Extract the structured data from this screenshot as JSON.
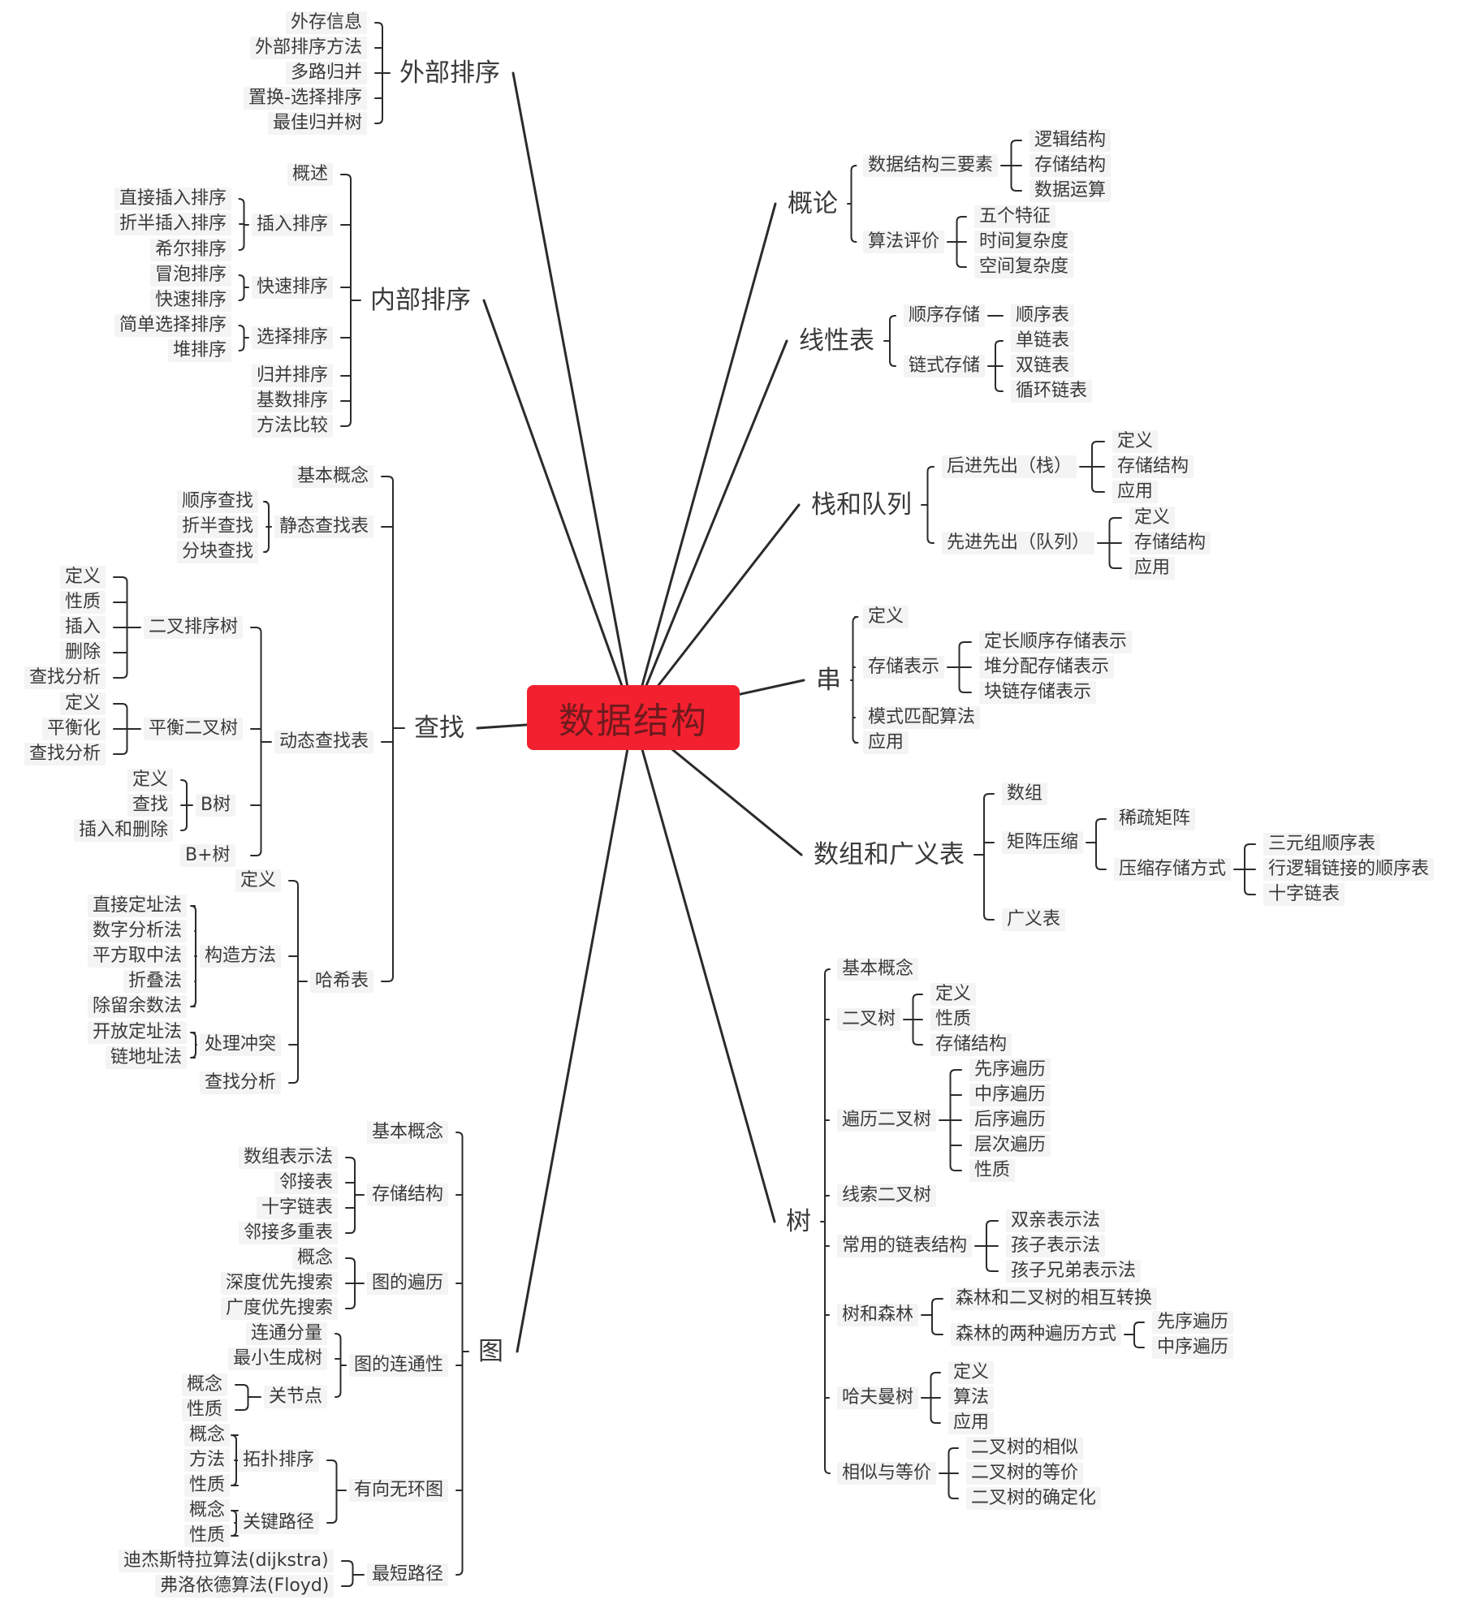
{
  "root": "数据结构",
  "colors": {
    "root_fill": "#f3202f",
    "line": "#2b2b2b"
  },
  "branches": [
    {
      "id": "external",
      "label": "外部排序",
      "children": [
        {
          "label": "外存信息"
        },
        {
          "label": "外部排序方法"
        },
        {
          "label": "多路归并"
        },
        {
          "label": "置换-选择排序"
        },
        {
          "label": "最佳归并树"
        }
      ]
    },
    {
      "id": "internal",
      "label": "内部排序",
      "children": [
        {
          "label": "概述"
        },
        {
          "label": "插入排序",
          "children": [
            {
              "label": "直接插入排序"
            },
            {
              "label": "折半插入排序"
            },
            {
              "label": "希尔排序"
            }
          ]
        },
        {
          "label": "快速排序",
          "children": [
            {
              "label": "冒泡排序"
            },
            {
              "label": "快速排序"
            }
          ]
        },
        {
          "label": "选择排序",
          "children": [
            {
              "label": "简单选择排序"
            },
            {
              "label": "堆排序"
            }
          ]
        },
        {
          "label": "归并排序"
        },
        {
          "label": "基数排序"
        },
        {
          "label": "方法比较"
        }
      ]
    },
    {
      "id": "search",
      "label": "查找",
      "children": [
        {
          "label": "基本概念"
        },
        {
          "label": "静态查找表",
          "children": [
            {
              "label": "顺序查找"
            },
            {
              "label": "折半查找"
            },
            {
              "label": "分块查找"
            }
          ]
        },
        {
          "label": "动态查找表",
          "children": [
            {
              "label": "二叉排序树",
              "children": [
                {
                  "label": "定义"
                },
                {
                  "label": "性质"
                },
                {
                  "label": "插入"
                },
                {
                  "label": "删除"
                },
                {
                  "label": "查找分析"
                }
              ]
            },
            {
              "label": "平衡二叉树",
              "children": [
                {
                  "label": "定义"
                },
                {
                  "label": "平衡化"
                },
                {
                  "label": "查找分析"
                }
              ]
            },
            {
              "label": "B树",
              "children": [
                {
                  "label": "定义"
                },
                {
                  "label": "查找"
                },
                {
                  "label": "插入和删除"
                }
              ]
            },
            {
              "label": "B+树"
            }
          ]
        },
        {
          "label": "哈希表",
          "children": [
            {
              "label": "定义"
            },
            {
              "label": "构造方法",
              "children": [
                {
                  "label": "直接定址法"
                },
                {
                  "label": "数字分析法"
                },
                {
                  "label": "平方取中法"
                },
                {
                  "label": "折叠法"
                },
                {
                  "label": "除留余数法"
                }
              ]
            },
            {
              "label": "处理冲突",
              "children": [
                {
                  "label": "开放定址法"
                },
                {
                  "label": "链地址法"
                }
              ]
            },
            {
              "label": "查找分析"
            }
          ]
        }
      ]
    },
    {
      "id": "graph",
      "label": "图",
      "children": [
        {
          "label": "基本概念"
        },
        {
          "label": "存储结构",
          "children": [
            {
              "label": "数组表示法"
            },
            {
              "label": "邻接表"
            },
            {
              "label": "十字链表"
            },
            {
              "label": "邻接多重表"
            }
          ]
        },
        {
          "label": "图的遍历",
          "children": [
            {
              "label": "概念"
            },
            {
              "label": "深度优先搜索"
            },
            {
              "label": "广度优先搜索"
            }
          ]
        },
        {
          "label": "图的连通性",
          "children": [
            {
              "label": "连通分量"
            },
            {
              "label": "最小生成树"
            },
            {
              "label": "关节点",
              "children": [
                {
                  "label": "概念"
                },
                {
                  "label": "性质"
                }
              ]
            }
          ]
        },
        {
          "label": "有向无环图",
          "children": [
            {
              "label": "拓扑排序",
              "children": [
                {
                  "label": "概念"
                },
                {
                  "label": "方法"
                },
                {
                  "label": "性质"
                }
              ]
            },
            {
              "label": "关键路径",
              "children": [
                {
                  "label": "概念"
                },
                {
                  "label": "性质"
                }
              ]
            }
          ]
        },
        {
          "label": "最短路径",
          "children": [
            {
              "label": "迪杰斯特拉算法(dijkstra)"
            },
            {
              "label": "弗洛依德算法(Floyd)"
            }
          ]
        }
      ]
    },
    {
      "id": "intro",
      "label": "概论",
      "children": [
        {
          "label": "数据结构三要素",
          "children": [
            {
              "label": "逻辑结构"
            },
            {
              "label": "存储结构"
            },
            {
              "label": "数据运算"
            }
          ]
        },
        {
          "label": "算法评价",
          "children": [
            {
              "label": "五个特征"
            },
            {
              "label": "时间复杂度"
            },
            {
              "label": "空间复杂度"
            }
          ]
        }
      ]
    },
    {
      "id": "linear",
      "label": "线性表",
      "children": [
        {
          "label": "顺序存储",
          "children": [
            {
              "label": "顺序表"
            }
          ]
        },
        {
          "label": "链式存储",
          "children": [
            {
              "label": "单链表"
            },
            {
              "label": "双链表"
            },
            {
              "label": "循环链表"
            }
          ]
        }
      ]
    },
    {
      "id": "stackqueue",
      "label": "栈和队列",
      "children": [
        {
          "label": "后进先出（栈）",
          "children": [
            {
              "label": "定义"
            },
            {
              "label": "存储结构"
            },
            {
              "label": "应用"
            }
          ]
        },
        {
          "label": "先进先出（队列）",
          "children": [
            {
              "label": "定义"
            },
            {
              "label": "存储结构"
            },
            {
              "label": "应用"
            }
          ]
        }
      ]
    },
    {
      "id": "string",
      "label": "串",
      "children": [
        {
          "label": "定义"
        },
        {
          "label": "存储表示",
          "children": [
            {
              "label": "定长顺序存储表示"
            },
            {
              "label": "堆分配存储表示"
            },
            {
              "label": "块链存储表示"
            }
          ]
        },
        {
          "label": "模式匹配算法"
        },
        {
          "label": "应用"
        }
      ]
    },
    {
      "id": "array",
      "label": "数组和广义表",
      "children": [
        {
          "label": "数组"
        },
        {
          "label": "矩阵压缩",
          "children": [
            {
              "label": "稀疏矩阵"
            },
            {
              "label": "压缩存储方式",
              "children": [
                {
                  "label": "三元组顺序表"
                },
                {
                  "label": "行逻辑链接的顺序表"
                },
                {
                  "label": "十字链表"
                }
              ]
            }
          ]
        },
        {
          "label": "广义表"
        }
      ]
    },
    {
      "id": "tree",
      "label": "树",
      "children": [
        {
          "label": "基本概念"
        },
        {
          "label": "二叉树",
          "children": [
            {
              "label": "定义"
            },
            {
              "label": "性质"
            },
            {
              "label": "存储结构"
            }
          ]
        },
        {
          "label": "遍历二叉树",
          "children": [
            {
              "label": "先序遍历"
            },
            {
              "label": "中序遍历"
            },
            {
              "label": "后序遍历"
            },
            {
              "label": "层次遍历"
            },
            {
              "label": "性质"
            }
          ]
        },
        {
          "label": "线索二叉树"
        },
        {
          "label": "常用的链表结构",
          "children": [
            {
              "label": "双亲表示法"
            },
            {
              "label": "孩子表示法"
            },
            {
              "label": "孩子兄弟表示法"
            }
          ]
        },
        {
          "label": "树和森林",
          "children": [
            {
              "label": "森林和二叉树的相互转换"
            },
            {
              "label": "森林的两种遍历方式",
              "children": [
                {
                  "label": "先序遍历"
                },
                {
                  "label": "中序遍历"
                }
              ]
            }
          ]
        },
        {
          "label": "哈夫曼树",
          "children": [
            {
              "label": "定义"
            },
            {
              "label": "算法"
            },
            {
              "label": "应用"
            }
          ]
        },
        {
          "label": "相似与等价",
          "children": [
            {
              "label": "二叉树的相似"
            },
            {
              "label": "二叉树的等价"
            },
            {
              "label": "二叉树的确定化"
            }
          ]
        }
      ]
    }
  ]
}
